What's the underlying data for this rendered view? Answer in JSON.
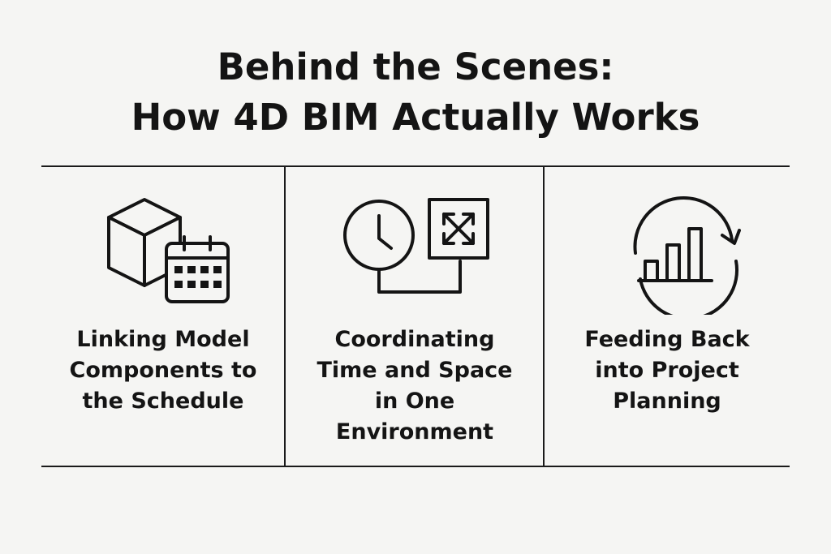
{
  "title": {
    "line1": "Behind the Scenes:",
    "line2": "How 4D BIM Actually Works"
  },
  "panels": [
    {
      "icon": "cube-calendar-icon",
      "label_lines": [
        "Linking Model",
        "Components to",
        "the Schedule"
      ]
    },
    {
      "icon": "clock-expand-icon",
      "label_lines": [
        "Coordinating",
        "Time and Space",
        "in One",
        "Environment"
      ]
    },
    {
      "icon": "bar-chart-cycle-icon",
      "label_lines": [
        "Feeding Back",
        "into Project",
        "Planning"
      ]
    }
  ],
  "colors": {
    "background": "#f5f5f3",
    "ink": "#141414"
  }
}
